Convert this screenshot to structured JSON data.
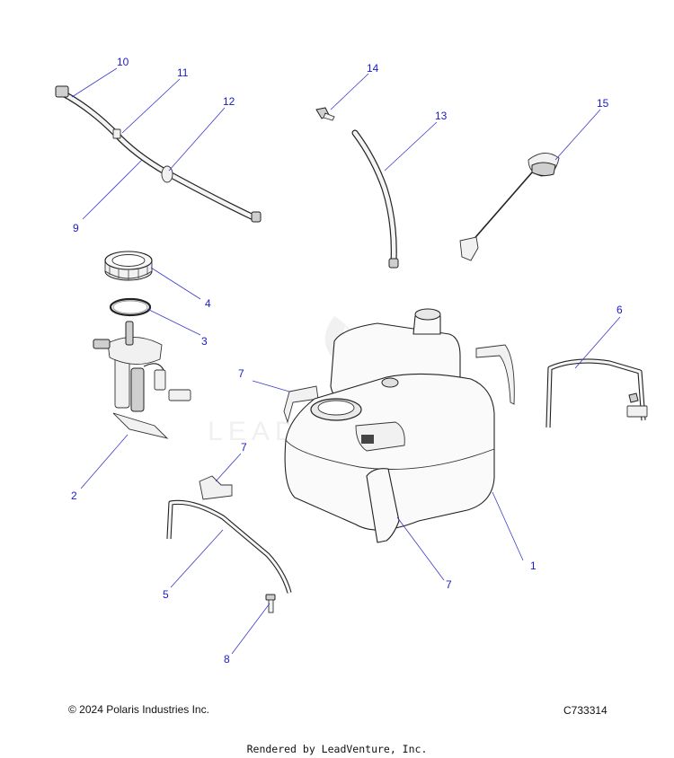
{
  "callouts": [
    "1",
    "2",
    "3",
    "4",
    "5",
    "6",
    "7",
    "8",
    "9",
    "10",
    "11",
    "12",
    "13",
    "14",
    "15"
  ],
  "watermark": "LEADVENTURE",
  "footer": {
    "copyright": "© 2024 Polaris Industries Inc.",
    "diagram_code": "C733314",
    "rendered_by": "Rendered by LeadVenture, Inc."
  },
  "colors": {
    "callout": "#1a1acc",
    "leader": "#3a3acc",
    "line_art": "#222222"
  }
}
